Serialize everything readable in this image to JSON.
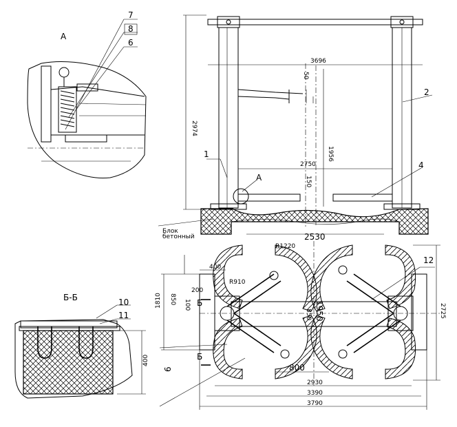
{
  "views": {
    "detail_a": {
      "title": "А",
      "callouts": [
        "7",
        "8",
        "6"
      ]
    },
    "section_bb": {
      "title": "Б-Б",
      "callouts": [
        "10",
        "11"
      ],
      "dim_height": "400"
    },
    "front": {
      "dims": {
        "overall_height": "2974",
        "width_top": "3696",
        "drive_through": "2750",
        "lift_height": "1956",
        "top_offset": "50",
        "low_height": "150",
        "base_width": "2530"
      },
      "callouts": [
        "1",
        "2",
        "4"
      ],
      "detail_mark": "А",
      "concrete_label_1": "Блок",
      "concrete_label_2": "бетонный"
    },
    "plan": {
      "dims": {
        "r_outer": "R1220",
        "r_inner": "R910",
        "arm_offset": "400",
        "d200": "200",
        "d100": "100",
        "d850_left": "850",
        "d1810": "1810",
        "d850_mid": "850",
        "d1950": "1950",
        "d800": "800",
        "d2930": "2930",
        "d3390": "3390",
        "d3790": "3790",
        "d2725": "2725"
      },
      "callouts": [
        "12"
      ],
      "section_mark": "Б",
      "scale_mark": "6"
    }
  }
}
